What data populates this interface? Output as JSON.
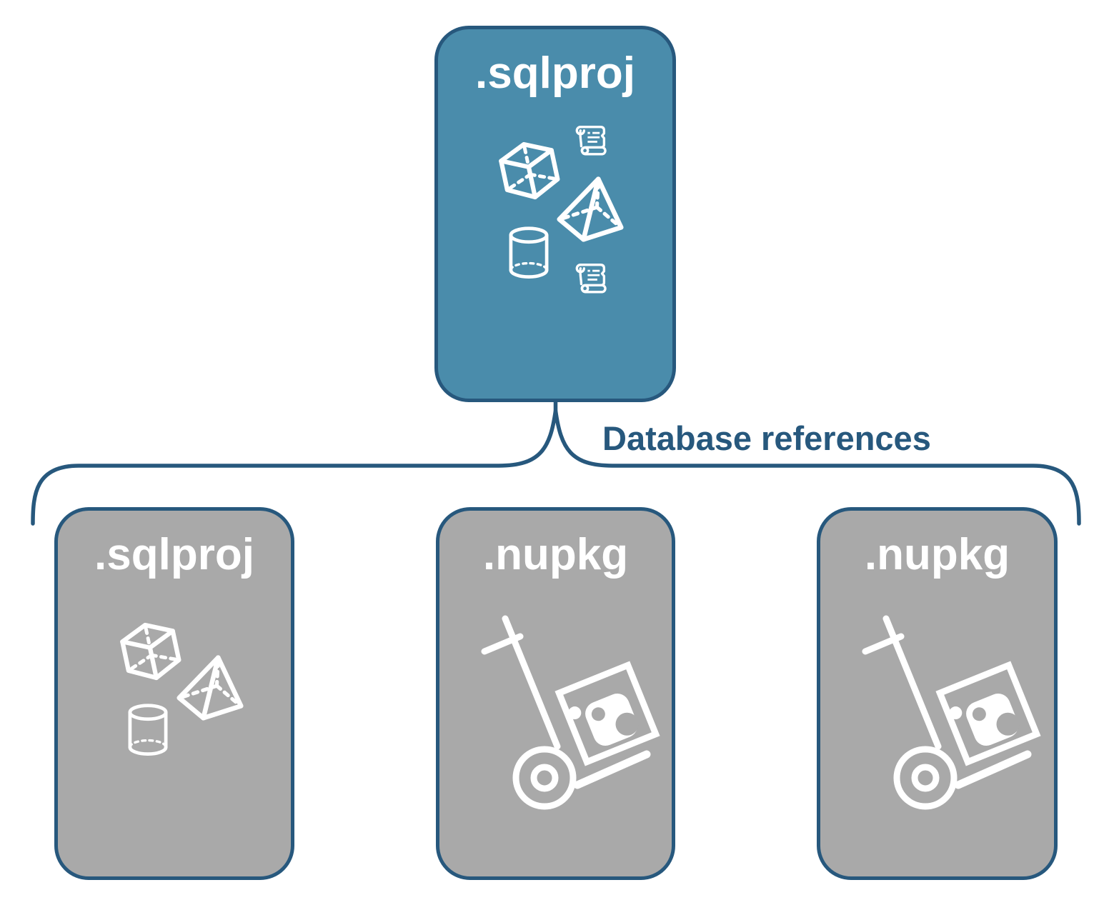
{
  "colors": {
    "background": "#FFFFFF",
    "root_fill": "#4A8CAB",
    "child_fill": "#A9A9A9",
    "stroke": "#27587D",
    "node_label": "#FFFFFF"
  },
  "root_node": {
    "label": ".sqlproj",
    "icons": [
      "cube-icon",
      "script-scroll-icon",
      "pyramid-icon",
      "database-cylinder-icon",
      "script-scroll-icon"
    ]
  },
  "connector": {
    "label": "Database references"
  },
  "child_nodes": [
    {
      "label": ".sqlproj",
      "icons": [
        "cube-icon",
        "pyramid-icon",
        "database-cylinder-icon"
      ]
    },
    {
      "label": ".nupkg",
      "icons": [
        "package-handtruck-icon"
      ]
    },
    {
      "label": ".nupkg",
      "icons": [
        "package-handtruck-icon"
      ]
    }
  ]
}
